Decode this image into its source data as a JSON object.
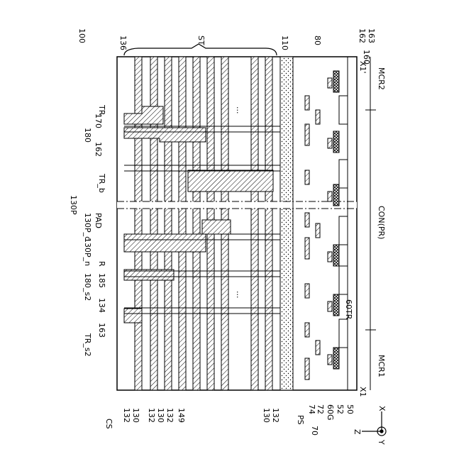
{
  "figure": {
    "ref_number": "100",
    "labels": {
      "top_136": "136",
      "top_ST": "ST",
      "top_110": "110",
      "top_80": "80",
      "top_162": "162",
      "top_163": "163",
      "top_160": "160",
      "x_prime": "X1'",
      "mcr2": "MCR2",
      "con_pr": "CON(PR)",
      "tr_60": "60TR",
      "mcr1": "MCR1",
      "x1": "X1",
      "tr": "TR",
      "n170": "170",
      "n180": "180",
      "n162": "162",
      "tr_b": "TR_b",
      "p130": "130P",
      "p130c": "130P_c",
      "p130n": "130P_n",
      "pad": "PAD",
      "r": "R",
      "n185": "185",
      "s180_2": "180_s2",
      "n134": "134",
      "n163": "163",
      "tr_s2": "TR_s2",
      "cs": "CS",
      "b132a": "132",
      "b130a": "130",
      "b132b": "132",
      "b130b": "130",
      "b132c": "132",
      "b149": "149",
      "b130c": "130",
      "b132d": "132",
      "ps": "PS",
      "n70": "70",
      "n74": "74",
      "n72": "72",
      "n60g": "60G",
      "n52": "52",
      "n50": "50",
      "ellipsis": "...",
      "axis_x": "X",
      "axis_z": "Z",
      "axis_y": "Y"
    }
  }
}
